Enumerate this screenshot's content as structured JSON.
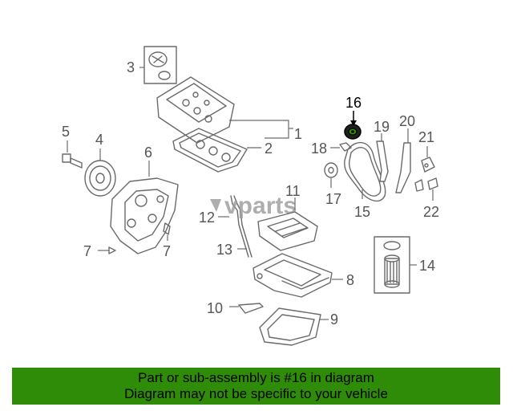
{
  "callouts": {
    "c1": "1",
    "c2": "2",
    "c3": "3",
    "c4": "4",
    "c5": "5",
    "c6": "6",
    "c7a": "7",
    "c7b": "7",
    "c8": "8",
    "c9": "9",
    "c10": "10",
    "c11": "11",
    "c12": "12",
    "c13": "13",
    "c14": "14",
    "c15": "15",
    "c16": "16",
    "c17": "17",
    "c18": "18",
    "c19": "19",
    "c20": "20",
    "c21": "21",
    "c22": "22"
  },
  "highlighted_part": "16",
  "watermark": "vparts",
  "banner": {
    "line1": "Part or sub-assembly is #16 in diagram",
    "line2": "Diagram may not be specific to your vehicle",
    "color": "#2e8c09"
  },
  "colors": {
    "line": "#6a6a6a",
    "text": "#555555",
    "highlight": "#000000"
  }
}
